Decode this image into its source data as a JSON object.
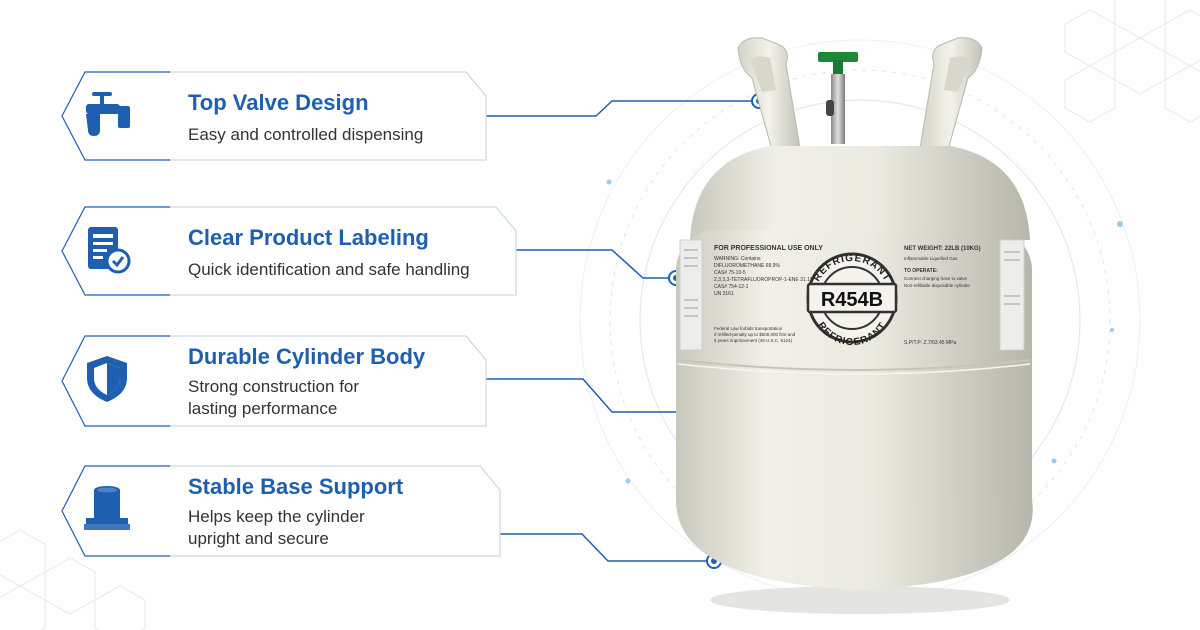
{
  "features": [
    {
      "title": "Top Valve Design",
      "description": "Easy and controlled dispensing",
      "icon": "faucet-icon"
    },
    {
      "title": "Clear Product Labeling",
      "description": "Quick identification and safe handling",
      "icon": "document-check-icon"
    },
    {
      "title": "Durable Cylinder Body",
      "description": "Strong construction for lasting performance",
      "icon": "shield-icon"
    },
    {
      "title": "Stable Base Support",
      "description": "Helps keep the cylinder upright and secure",
      "icon": "base-stand-icon"
    }
  ],
  "product": {
    "badge_main": "R454B",
    "badge_ring_top": "REFRIGERANT",
    "badge_ring_bottom": "REFRIGERANT",
    "label_left": {
      "heading": "FOR PROFESSIONAL USE ONLY",
      "lines": [
        "WARNING: Contains",
        "DIFLUOROMETHANE 68.9%",
        "CAS# 75-10-5",
        "2,3,3,3-TETRAFLUOROPROP-1-ENE 31.1%",
        "CAS# 754-12-1",
        "UN 3161"
      ],
      "footer": [
        "Federal Law forbids transportation",
        "if refilled-penalty up to $500,000 fine and",
        "5 years imprisonment (49 U.S.C. 5124)"
      ]
    },
    "label_right": {
      "heading": "NET WEIGHT: 22LB (10KG)",
      "lines": [
        "Inflammable Liquefied Gas",
        "TO OPERATE:",
        "Connect charging hose to valve",
        "Non-refillable disposable cylinder"
      ],
      "footer": "S.P/T.P: Z.7/63.45 MPa"
    }
  },
  "colors": {
    "accent": "#1f5fb0",
    "cylinder": "#e9e8df",
    "valve": "#1a8a3a"
  }
}
